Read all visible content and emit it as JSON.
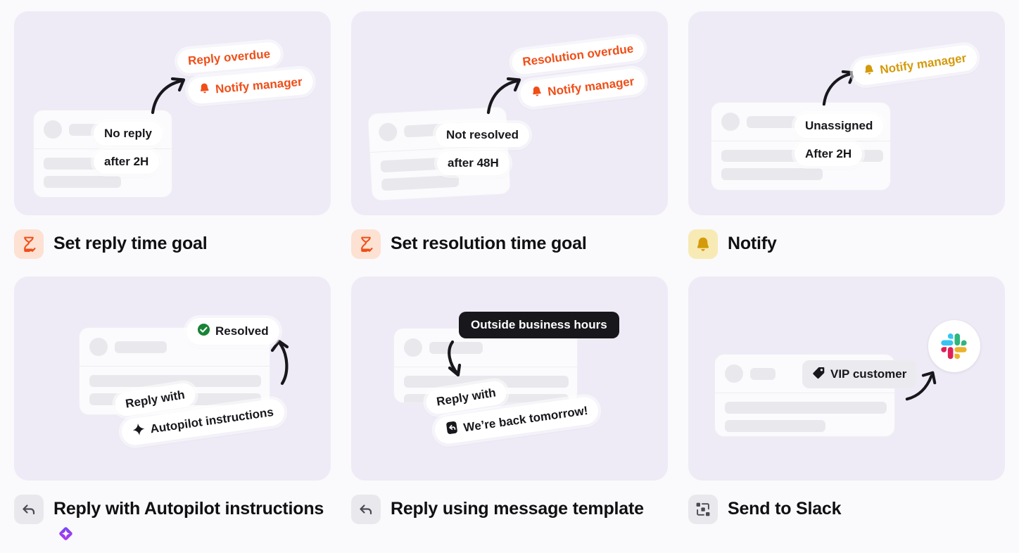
{
  "page": {
    "background": "#FAFAFC",
    "panel_background": "#EEEBF6",
    "accent_orange": "#F04E17",
    "accent_amber": "#D49A0B",
    "accent_green": "#1A8336",
    "accent_purple": "#8B3DF5",
    "text_dark": "#17171C"
  },
  "cards": [
    {
      "id": "set-reply-time-goal",
      "label": "Set reply time goal",
      "icon": "hourglass-check-icon",
      "icon_tone": "orange",
      "pills": [
        {
          "text": "Reply overdue",
          "tone": "orange",
          "icon": null
        },
        {
          "text": "Notify manager",
          "tone": "orange",
          "icon": "bell-icon"
        },
        {
          "text": "No reply",
          "tone": "dark",
          "icon": null
        },
        {
          "text": "after 2H",
          "tone": "dark",
          "icon": null
        }
      ]
    },
    {
      "id": "set-resolution-time-goal",
      "label": "Set resolution time goal",
      "icon": "hourglass-check-icon",
      "icon_tone": "orange",
      "pills": [
        {
          "text": "Resolution overdue",
          "tone": "orange",
          "icon": null
        },
        {
          "text": "Notify manager",
          "tone": "orange",
          "icon": "bell-icon"
        },
        {
          "text": "Not resolved",
          "tone": "dark",
          "icon": null
        },
        {
          "text": "after 48H",
          "tone": "dark",
          "icon": null
        }
      ]
    },
    {
      "id": "notify",
      "label": "Notify",
      "icon": "bell-icon",
      "icon_tone": "amber",
      "pills": [
        {
          "text": "Notify manager",
          "tone": "amber",
          "icon": "bell-icon"
        },
        {
          "text": "Unassigned",
          "tone": "dark",
          "icon": null
        },
        {
          "text": "After 2H",
          "tone": "dark",
          "icon": null
        }
      ]
    },
    {
      "id": "reply-with-autopilot-instructions",
      "label": "Reply with Autopilot instructions",
      "label_suffix_icon": "autopilot-diamond-icon",
      "icon": "reply-arrow-icon",
      "icon_tone": "grey",
      "pills": [
        {
          "text": "Resolved",
          "tone": "dark",
          "icon": "check-circle-icon"
        },
        {
          "text": "Reply with",
          "tone": "dark",
          "icon": null
        },
        {
          "text": "Autopilot instructions",
          "tone": "dark",
          "icon": "sparkle-icon"
        }
      ]
    },
    {
      "id": "reply-using-message-template",
      "label": "Reply using message template",
      "icon": "reply-arrow-icon",
      "icon_tone": "grey",
      "tooltip": "Outside business hours",
      "pills": [
        {
          "text": "Reply with",
          "tone": "dark",
          "icon": null
        },
        {
          "text": "We’re back tomorrow!",
          "tone": "dark",
          "icon": "message-template-icon"
        }
      ]
    },
    {
      "id": "send-to-slack",
      "label": "Send to Slack",
      "icon": "integration-nodes-icon",
      "icon_tone": "grey",
      "pills": [
        {
          "text": "VIP customer",
          "tone": "dark",
          "icon": "tag-icon"
        }
      ],
      "logo": "slack-logo"
    }
  ]
}
